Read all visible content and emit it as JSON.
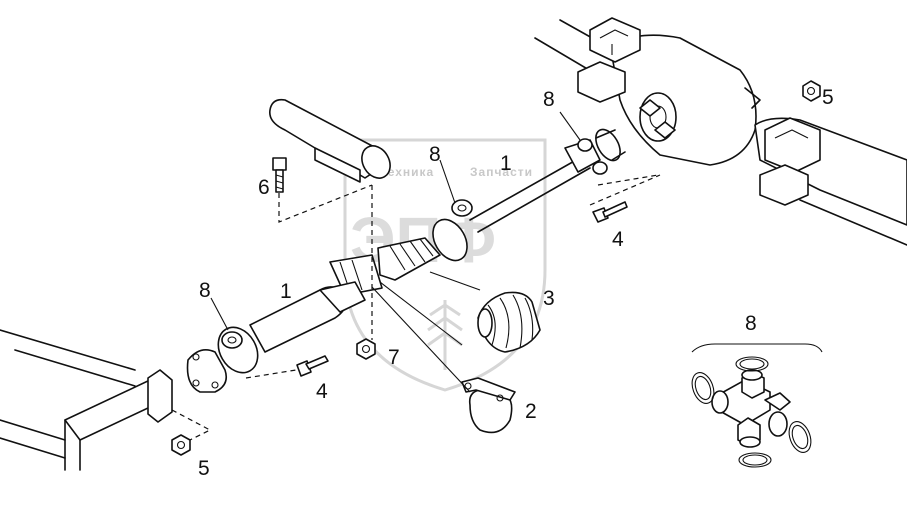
{
  "watermark": {
    "brand_words": [
      "Техника",
      "Запчасти"
    ],
    "monogram": "ЭПФ"
  },
  "callouts": [
    {
      "id": "c1a",
      "label": "1"
    },
    {
      "id": "c1b",
      "label": "1"
    },
    {
      "id": "c2",
      "label": "2"
    },
    {
      "id": "c3",
      "label": "3"
    },
    {
      "id": "c4a",
      "label": "4"
    },
    {
      "id": "c4b",
      "label": "4"
    },
    {
      "id": "c5a",
      "label": "5"
    },
    {
      "id": "c5b",
      "label": "5"
    },
    {
      "id": "c6",
      "label": "6"
    },
    {
      "id": "c7",
      "label": "7"
    },
    {
      "id": "c8a",
      "label": "8"
    },
    {
      "id": "c8b",
      "label": "8"
    },
    {
      "id": "c8c",
      "label": "8"
    },
    {
      "id": "c8d",
      "label": "8"
    }
  ]
}
